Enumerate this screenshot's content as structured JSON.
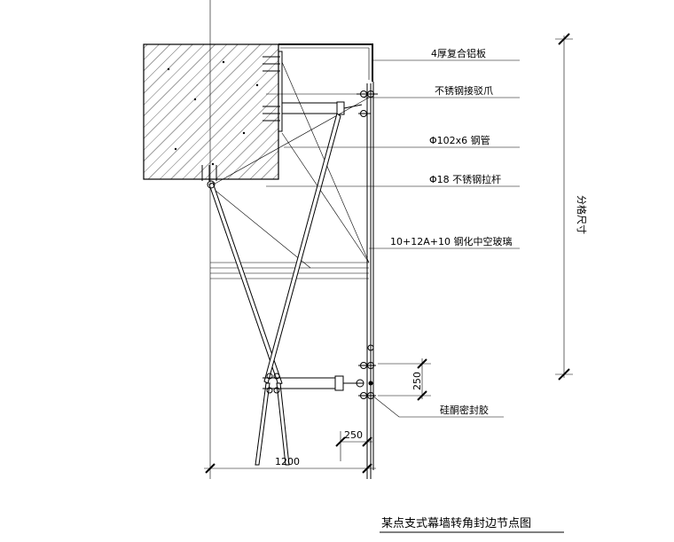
{
  "labels": {
    "aluminum_panel": "4厚复合铝板",
    "claw": "不锈钢接驳爪",
    "steel_pipe": "Φ102x6 钢管",
    "tie_rod": "Φ18 不锈钢拉杆",
    "glass": "10+12A+10 钢化中空玻璃",
    "sealant": "硅酮密封胶"
  },
  "dimensions": {
    "grid_size": "分格尺寸",
    "dim_250_vertical": "250",
    "dim_250_horizontal": "250",
    "dim_1200": "1200"
  },
  "title": "某点支式幕墙转角封边节点图"
}
